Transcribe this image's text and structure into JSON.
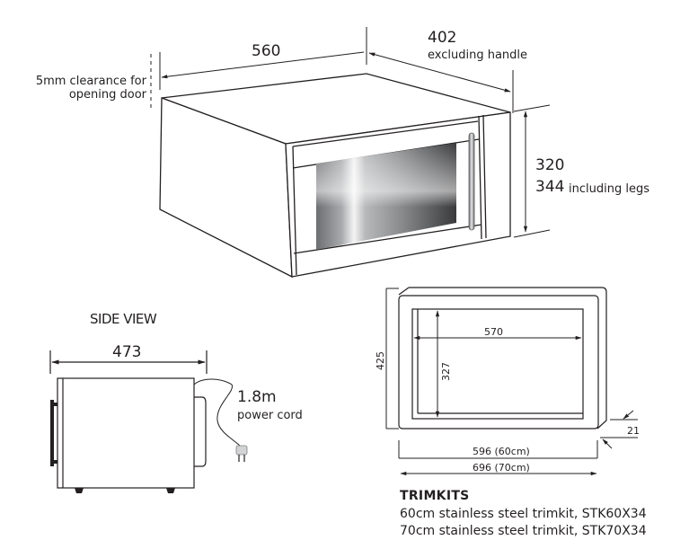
{
  "front_view": {
    "width": {
      "value": "560"
    },
    "depth": {
      "value": "402",
      "note": "excluding handle"
    },
    "height": {
      "value": "320",
      "value_with_legs": "344",
      "note": "including legs"
    },
    "clearance_note": {
      "line1": "5mm clearance for",
      "line2": "opening door"
    }
  },
  "side_view": {
    "title": "SIDE VIEW",
    "depth": "473",
    "cord_length": "1.8m",
    "cord_label": "power cord"
  },
  "trim_view": {
    "outer_height": "425",
    "inner_width": "570",
    "inner_height": "327",
    "frame_depth": "21",
    "width_60": "596 (60cm)",
    "width_70": "696 (70cm)"
  },
  "trimkits": {
    "title": "TRIMKITS",
    "items": [
      "60cm stainless steel trimkit, STK60X34",
      "70cm stainless steel trimkit, STK70X34"
    ]
  },
  "colors": {
    "line": "#231f20",
    "text": "#231f20",
    "background": "#ffffff"
  }
}
